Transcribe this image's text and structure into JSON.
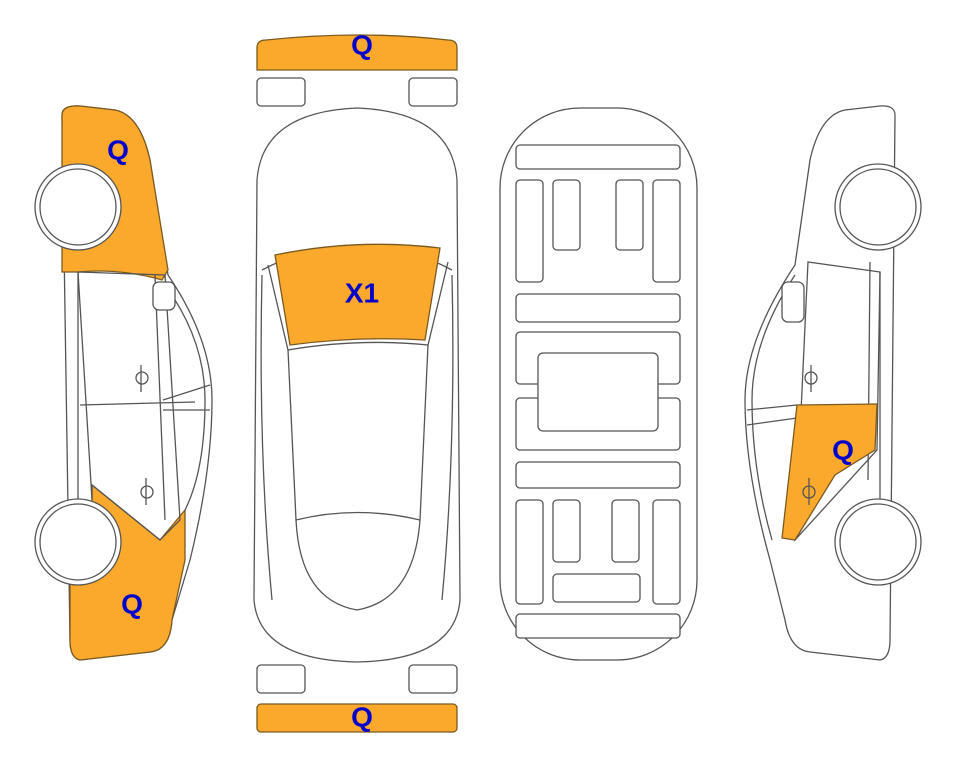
{
  "colors": {
    "damage": "#FBA92C",
    "label": "#0000CC",
    "outline": "#555555"
  },
  "zones": {
    "front_bumper": {
      "code": "Q"
    },
    "rear_bumper": {
      "code": "Q"
    },
    "windshield": {
      "code": "X1"
    },
    "left_front_fender": {
      "code": "Q"
    },
    "left_rear_quarter": {
      "code": "Q"
    },
    "right_rear_door": {
      "code": "Q"
    }
  }
}
